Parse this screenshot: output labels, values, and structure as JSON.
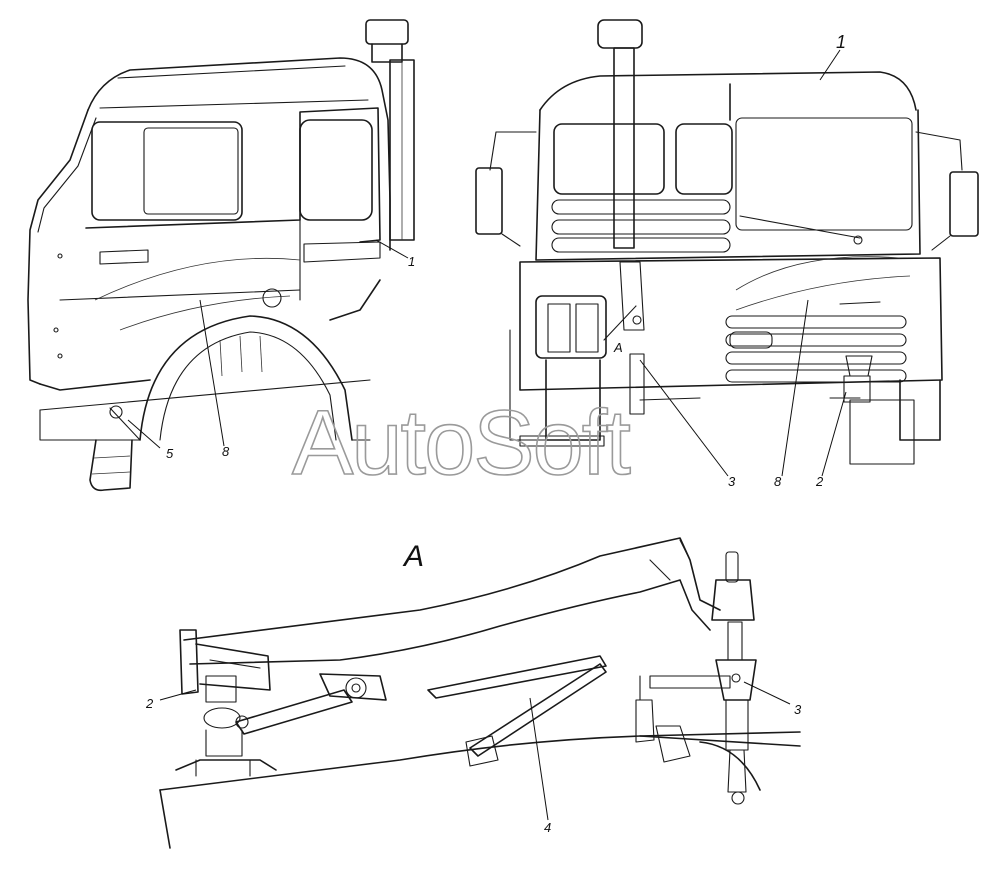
{
  "view_label": "A",
  "watermark": "AutoSoft",
  "callouts": {
    "side_1": "1",
    "side_5": "5",
    "side_8": "8",
    "front_1": "1",
    "front_A": "A",
    "front_3": "3",
    "front_8": "8",
    "front_2": "2",
    "detail_2": "2",
    "detail_3": "3",
    "detail_4": "4"
  },
  "colors": {
    "line": "#1a1a1a",
    "watermark": "#9a9a9a",
    "background": "#ffffff"
  }
}
